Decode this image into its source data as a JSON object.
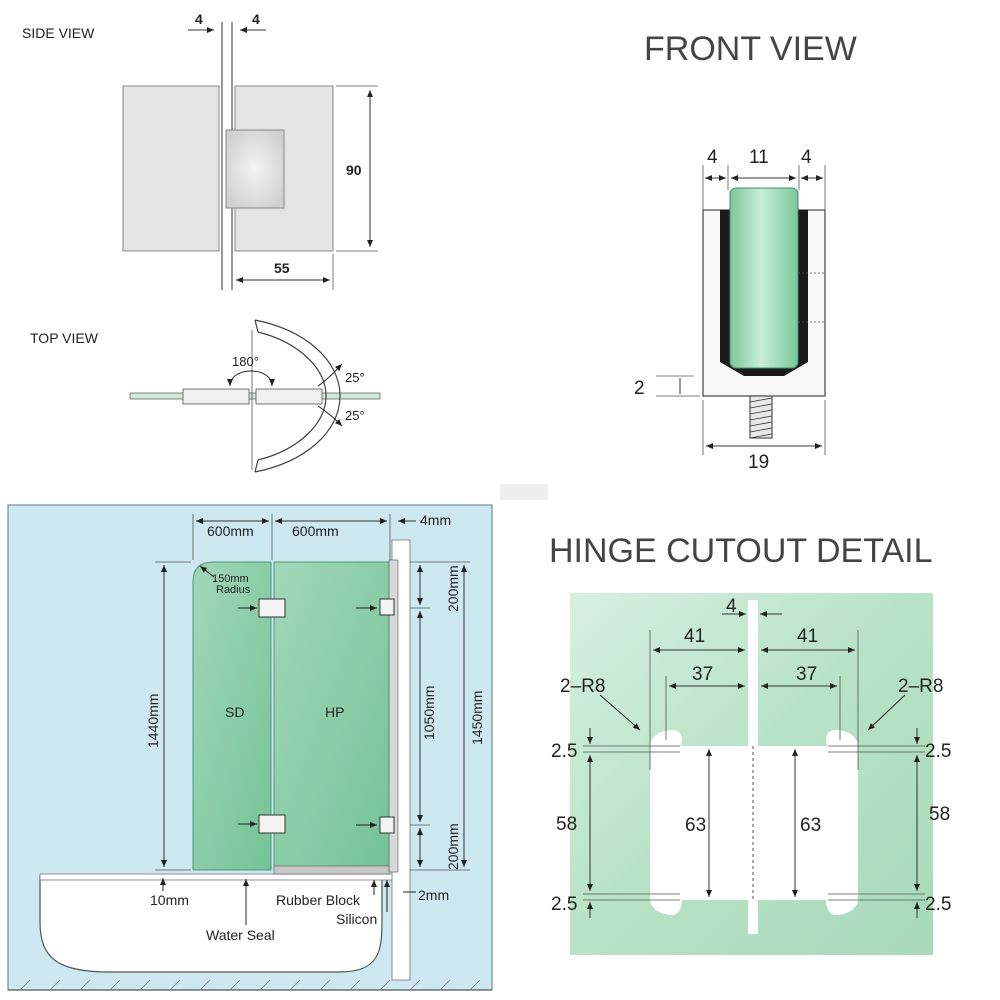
{
  "side_view": {
    "title": "SIDE VIEW",
    "dim_left": "4",
    "dim_right": "4",
    "height": "90",
    "width": "55"
  },
  "top_view": {
    "title": "TOP VIEW",
    "angle_main": "180°",
    "angle_up": "25°",
    "angle_down": "25°"
  },
  "front_view": {
    "title": "FRONT VIEW",
    "dim_left": "4",
    "dim_mid": "11",
    "dim_right": "4",
    "dim_base": "2",
    "dim_width": "19"
  },
  "installation": {
    "width_left": "600mm",
    "width_right": "600mm",
    "gap_top": "4mm",
    "radius_value": "150mm",
    "radius_label": "Radius",
    "panel_left": "SD",
    "panel_right": "HP",
    "height_left": "1440mm",
    "height_mid": "1050mm",
    "height_total": "1450mm",
    "top_offset": "200mm",
    "bottom_offset": "200mm",
    "bottom_gap": "10mm",
    "rubber_block": "Rubber Block",
    "silicon": "Silicon",
    "water_seal": "Water Seal",
    "gap_bottom": "2mm"
  },
  "hinge_cutout": {
    "title": "HINGE CUTOUT DETAIL",
    "dim_gap": "4",
    "dim_41_left": "41",
    "dim_41_right": "41",
    "dim_37_left": "37",
    "dim_37_right": "37",
    "radius_left": "2–R8",
    "radius_right": "2–R8",
    "dim_25_tl": "2.5",
    "dim_25_tr": "2.5",
    "dim_25_bl": "2.5",
    "dim_25_br": "2.5",
    "dim_58_left": "58",
    "dim_58_right": "58",
    "dim_63_left": "63",
    "dim_63_right": "63"
  },
  "colors": {
    "glass_green": "#9fd6b4",
    "bath_blue": "#cde8f0",
    "panel_gray": "#e6e6e6"
  }
}
